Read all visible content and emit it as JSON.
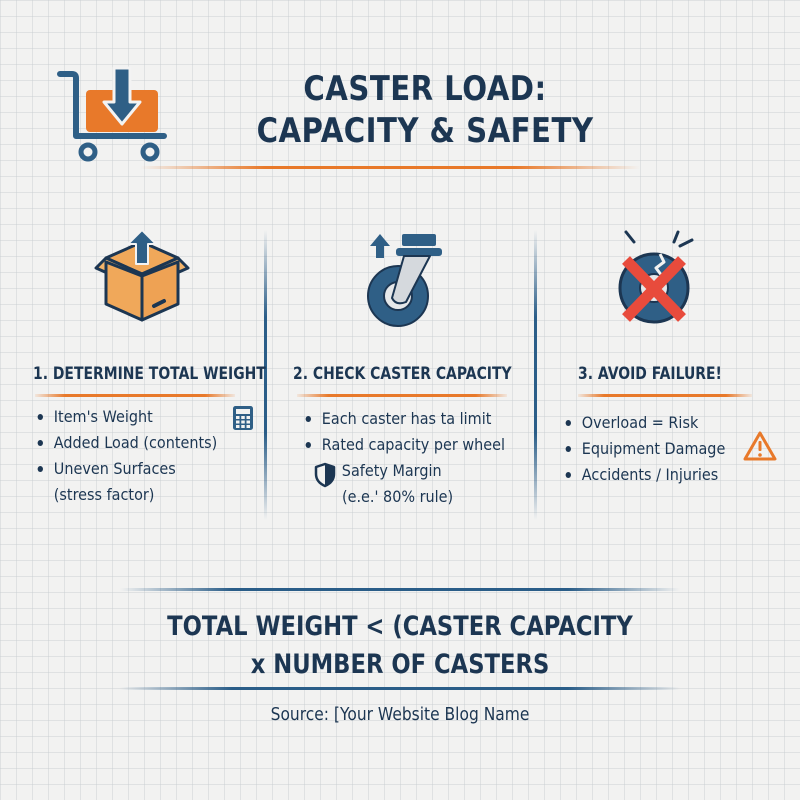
{
  "header": {
    "icon": "cart-download-icon",
    "title_line1": "CASTER LOAD:",
    "title_line2": "CAPACITY & SAFETY"
  },
  "colors": {
    "navy": "#1c3652",
    "blue": "#2f5f86",
    "orange": "#e8792a",
    "box_orange": "#f0a85a",
    "red": "#e84b3c",
    "background": "#f2f2f1"
  },
  "columns": [
    {
      "icon": "box-up-arrow-icon",
      "heading": "1. DETERMINE TOTAL WEIGHT",
      "side_icon": "calculator-icon",
      "items": [
        "Item's Weight",
        "Added Load (contents)",
        "Uneven Surfaces"
      ],
      "continuation": "(stress factor)"
    },
    {
      "icon": "caster-wheel-icon",
      "heading": "2. CHECK CASTER CAPACITY",
      "items": [
        "Each caster has ta limit",
        "Rated capacity per wheel"
      ],
      "shield_item": {
        "icon": "shield-icon",
        "line1": "Safety Margin",
        "line2": "(e.e.' 80% rule)"
      }
    },
    {
      "icon": "broken-wheel-x-icon",
      "heading": "3. AVOID FAILURE!",
      "side_icon": "warning-triangle-icon",
      "items": [
        "Overload = Risk",
        "Equipment Damage",
        "Accidents / Injuries"
      ]
    }
  ],
  "formula": {
    "line1": "TOTAL WEIGHT < (CASTER CAPACITY",
    "line2": "x NUMBER OF CASTERS"
  },
  "footer": {
    "source": "Source: [Your Website Blog Name"
  }
}
